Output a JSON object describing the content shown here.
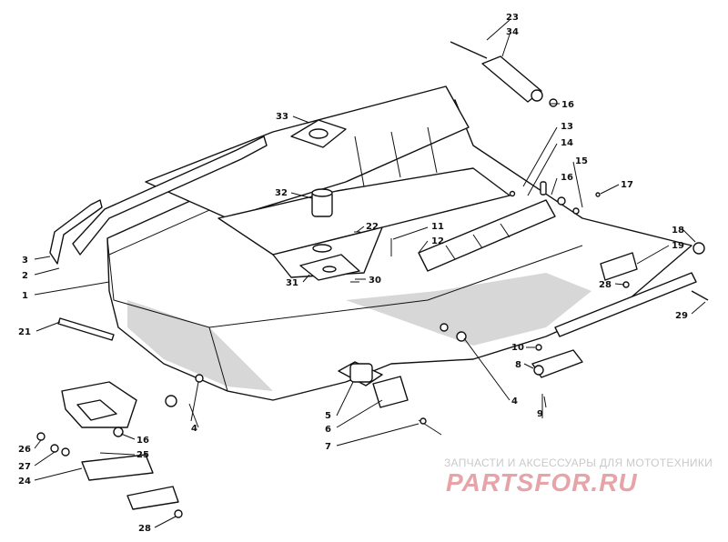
{
  "callouts": [
    {
      "id": "c23",
      "label": "23"
    },
    {
      "id": "c34",
      "label": "34"
    },
    {
      "id": "c16a",
      "label": "16"
    },
    {
      "id": "c33",
      "label": "33"
    },
    {
      "id": "c13",
      "label": "13"
    },
    {
      "id": "c14",
      "label": "14"
    },
    {
      "id": "c15",
      "label": "15"
    },
    {
      "id": "c16b",
      "label": "16"
    },
    {
      "id": "c17",
      "label": "17"
    },
    {
      "id": "c32",
      "label": "32"
    },
    {
      "id": "c22",
      "label": "22"
    },
    {
      "id": "c11",
      "label": "11"
    },
    {
      "id": "c12",
      "label": "12"
    },
    {
      "id": "c18",
      "label": "18"
    },
    {
      "id": "c19",
      "label": "19"
    },
    {
      "id": "c3",
      "label": "3"
    },
    {
      "id": "c2",
      "label": "2"
    },
    {
      "id": "c1",
      "label": "1"
    },
    {
      "id": "c31",
      "label": "31"
    },
    {
      "id": "c30",
      "label": "30"
    },
    {
      "id": "c28a",
      "label": "28"
    },
    {
      "id": "c29",
      "label": "29"
    },
    {
      "id": "c21",
      "label": "21"
    },
    {
      "id": "c10",
      "label": "10"
    },
    {
      "id": "c8",
      "label": "8"
    },
    {
      "id": "c4a",
      "label": "4"
    },
    {
      "id": "c9",
      "label": "9"
    },
    {
      "id": "c5",
      "label": "5"
    },
    {
      "id": "c6",
      "label": "6"
    },
    {
      "id": "c4b",
      "label": "4"
    },
    {
      "id": "c7",
      "label": "7"
    },
    {
      "id": "c16c",
      "label": "16"
    },
    {
      "id": "c26",
      "label": "26"
    },
    {
      "id": "c25",
      "label": "25"
    },
    {
      "id": "c27",
      "label": "27"
    },
    {
      "id": "c24",
      "label": "24"
    },
    {
      "id": "c28b",
      "label": "28"
    }
  ],
  "watermark": {
    "tagline": "ЗАПЧАСТИ И АКСЕССУАРЫ ДЛЯ МОТОТЕХНИКИ",
    "logo": "PARTSFOR.RU"
  }
}
